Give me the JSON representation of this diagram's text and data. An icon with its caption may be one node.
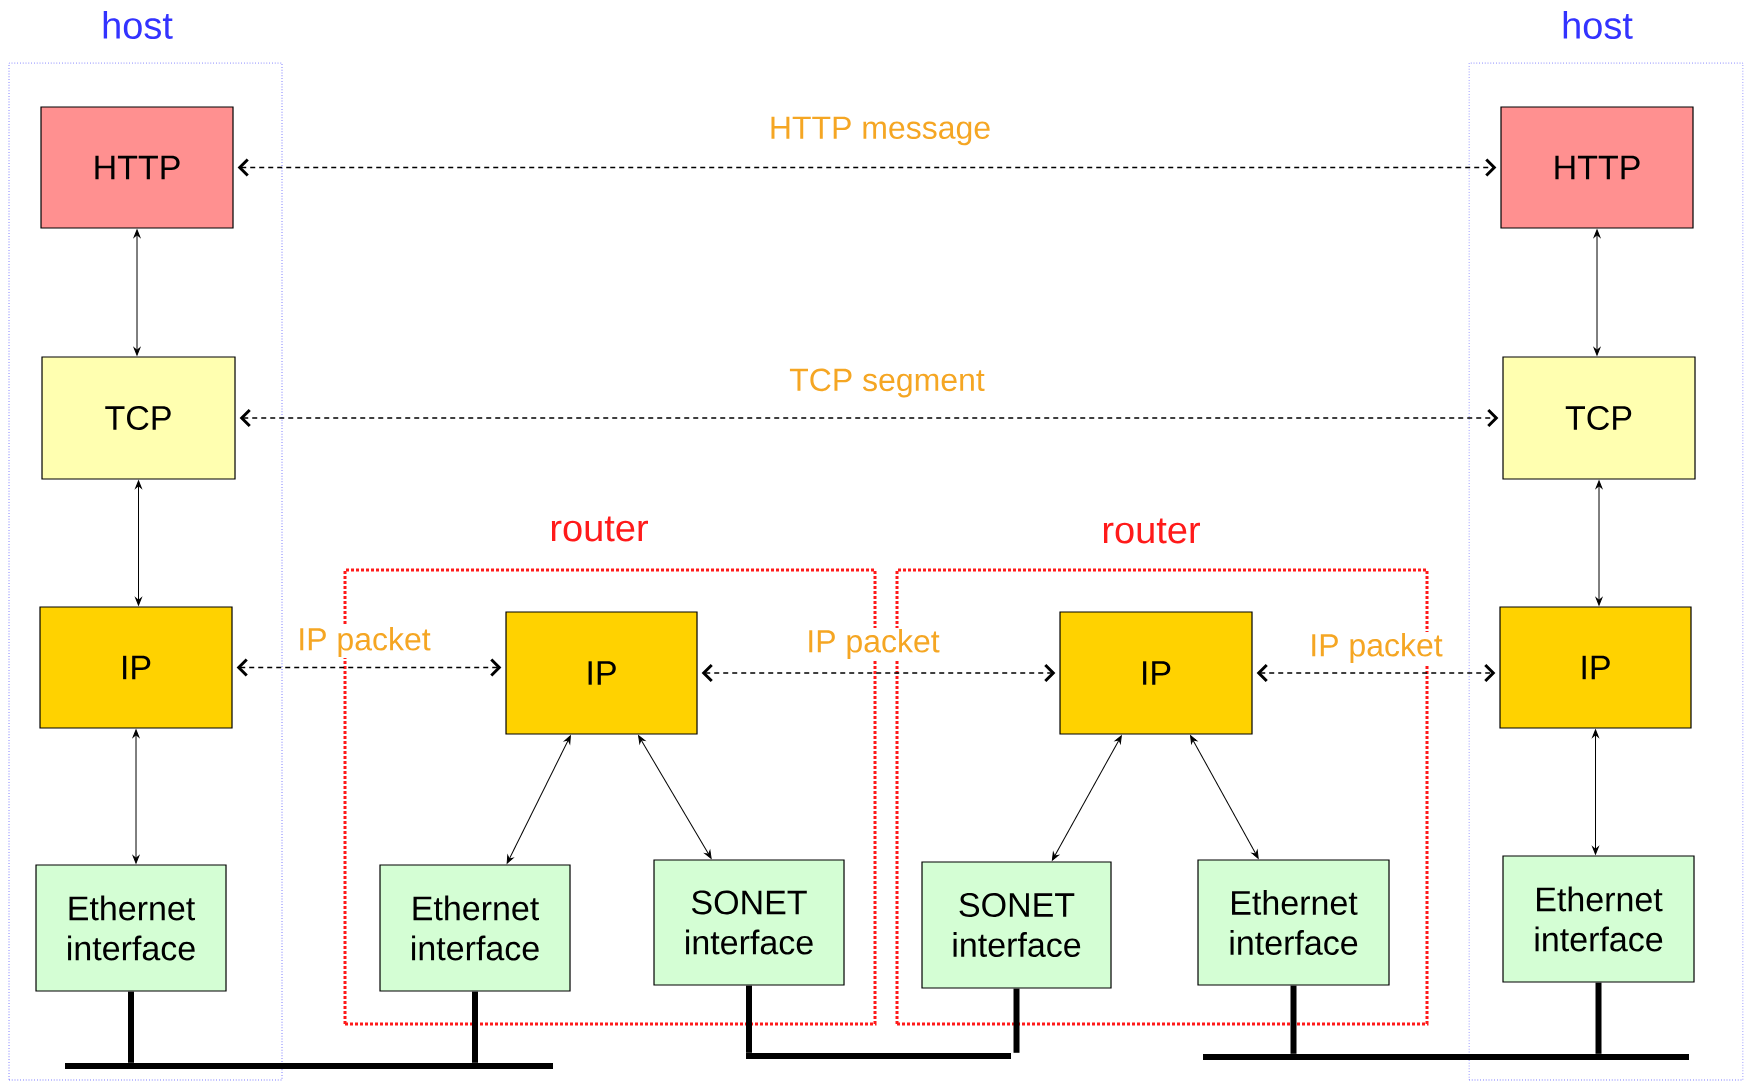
{
  "diagram": {
    "nodes": [
      {
        "text": [
          "host"
        ]
      },
      {
        "text": [
          "HTTP"
        ],
        "in": 0
      },
      {
        "text": [
          "TCP"
        ],
        "in": 0
      },
      {
        "text": [
          "IP"
        ],
        "in": 0
      },
      {
        "text": [
          "Ethernet interface"
        ],
        "in": 0
      },
      {
        "text": [
          "router"
        ]
      },
      {
        "text": [
          "IP"
        ],
        "in": 5
      },
      {
        "text": [
          "Ethernet interface"
        ],
        "in": 5
      },
      {
        "text": [
          "SONET interface"
        ],
        "in": 5
      },
      {
        "text": [
          "router"
        ]
      },
      {
        "text": [
          "IP"
        ],
        "in": 9
      },
      {
        "text": [
          "SONET interface"
        ],
        "in": 9
      },
      {
        "text": [
          "Ethernet interface"
        ],
        "in": 9
      },
      {
        "text": [
          "host"
        ]
      },
      {
        "text": [
          "HTTP"
        ],
        "in": 13
      },
      {
        "text": [
          "TCP"
        ],
        "in": 13
      },
      {
        "text": [
          "IP"
        ],
        "in": 13
      },
      {
        "text": [
          "Ethernet interface"
        ],
        "in": 13
      },
      {
        "text": [],
        "shape": "bar"
      },
      {
        "text": [],
        "shape": "bar"
      },
      {
        "text": [],
        "shape": "bar"
      }
    ],
    "edges": [
      {
        "from": 1,
        "to": 2,
        "arrow": "both"
      },
      {
        "from": 2,
        "to": 3,
        "arrow": "both"
      },
      {
        "from": 3,
        "to": 4,
        "arrow": "both"
      },
      {
        "from": 1,
        "to": 14,
        "arrow": "both",
        "style": "dashed",
        "label": "HTTP message"
      },
      {
        "from": 2,
        "to": 15,
        "arrow": "both",
        "style": "dashed",
        "label": "TCP segment"
      },
      {
        "from": 3,
        "to": 6,
        "arrow": "both",
        "style": "dashed",
        "label": "IP packet"
      },
      {
        "from": 6,
        "to": 10,
        "arrow": "both",
        "style": "dashed",
        "label": "IP packet"
      },
      {
        "from": 10,
        "to": 16,
        "arrow": "both",
        "style": "dashed",
        "label": "IP packet"
      },
      {
        "from": 6,
        "to": 7,
        "arrow": "both"
      },
      {
        "from": 6,
        "to": 8,
        "arrow": "both"
      },
      {
        "from": 10,
        "to": 11,
        "arrow": "both"
      },
      {
        "from": 10,
        "to": 12,
        "arrow": "both"
      },
      {
        "from": 14,
        "to": 15,
        "arrow": "both"
      },
      {
        "from": 15,
        "to": 16,
        "arrow": "both"
      },
      {
        "from": 16,
        "to": 17,
        "arrow": "both"
      },
      {
        "from": 4,
        "to": 18,
        "arrow": "none",
        "style": "thick"
      },
      {
        "from": 7,
        "to": 18,
        "arrow": "none",
        "style": "thick"
      },
      {
        "from": 8,
        "to": 19,
        "arrow": "none",
        "style": "thick"
      },
      {
        "from": 11,
        "to": 19,
        "arrow": "none",
        "style": "thick"
      },
      {
        "from": 12,
        "to": 20,
        "arrow": "none",
        "style": "thick"
      },
      {
        "from": 17,
        "to": 20,
        "arrow": "none",
        "style": "thick"
      }
    ]
  }
}
